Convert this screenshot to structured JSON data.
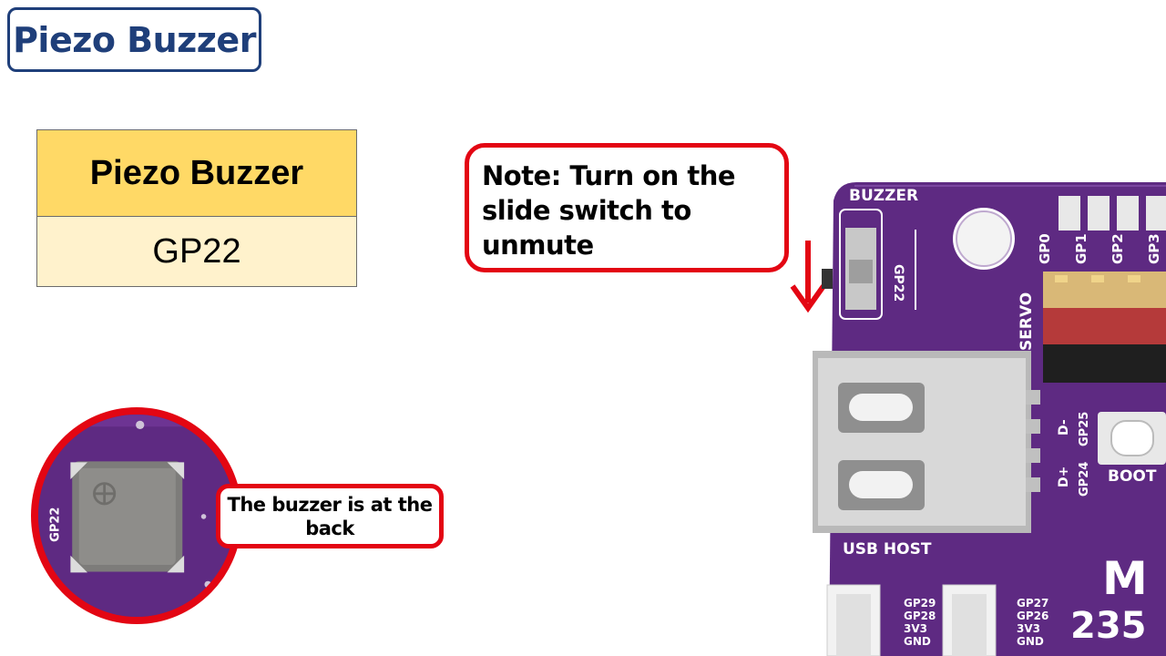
{
  "slide": {
    "title": "Piezo Buzzer"
  },
  "pin_table": {
    "header": "Piezo Buzzer",
    "pin": "GP22"
  },
  "note": {
    "text": "Note: Turn on the slide switch to unmute"
  },
  "zoom_callout": {
    "label": "The buzzer is at the back",
    "silk_label": "GP22"
  },
  "board": {
    "buzzer_label": "BUZZER",
    "switch_pin_label": "GP22",
    "servo_label": "SERVO",
    "servo_pins": [
      "GP0",
      "GP1",
      "GP2",
      "GP3"
    ],
    "usb_label": "USB HOST",
    "usb_pins": [
      "D-",
      "D+"
    ],
    "usb_gpio": [
      "GP25",
      "GP24"
    ],
    "boot_label": "BOOT",
    "grove_a": [
      "GP29",
      "GP28",
      "3V3",
      "GND"
    ],
    "grove_b": [
      "GP27",
      "GP26",
      "3V3",
      "GND"
    ],
    "brand_fragment": "M",
    "model_fragment": "235"
  },
  "colors": {
    "accent_red": "#e30613",
    "title_blue": "#1f3f7a",
    "table_header": "#ffd966",
    "table_body": "#fff2cc",
    "pcb_purple": "#5e2a82"
  }
}
